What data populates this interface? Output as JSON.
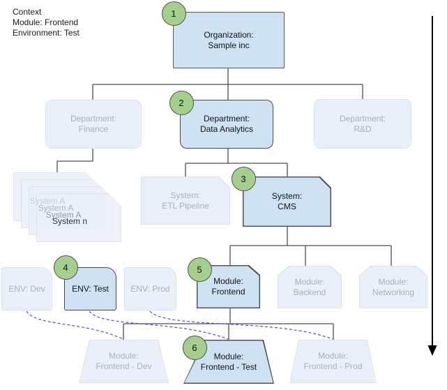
{
  "context": {
    "title": "Context",
    "module_line": "Module: Frontend",
    "environment_line": "Environment: Test"
  },
  "nodes": {
    "organization": {
      "step": "1",
      "line1": "Organization:",
      "line2": "Sample inc"
    },
    "dept_finance": {
      "line1": "Department:",
      "line2": "Finance"
    },
    "dept_data_analytics": {
      "step": "2",
      "line1": "Department:",
      "line2": "Data Analytics"
    },
    "dept_rnd": {
      "line1": "Department:",
      "line2": "R&D"
    },
    "system_stack": {
      "labels": [
        "System A",
        "System A",
        "System A",
        "System n"
      ]
    },
    "system_etl": {
      "line1": "System:",
      "line2": "ETL Pipeline"
    },
    "system_cms": {
      "step": "3",
      "line1": "System:",
      "line2": "CMS"
    },
    "env_dev": {
      "label": "ENV: Dev"
    },
    "env_test": {
      "step": "4",
      "label": "ENV: Test"
    },
    "env_prod": {
      "label": "ENV: Prod"
    },
    "module_frontend": {
      "step": "5",
      "line1": "Module:",
      "line2": "Frontend"
    },
    "module_backend": {
      "line1": "Module:",
      "line2": "Backend"
    },
    "module_networking": {
      "line1": "Module:",
      "line2": "Networking"
    },
    "module_frontend_dev": {
      "line1": "Module:",
      "line2": "Frontend - Dev"
    },
    "module_frontend_test": {
      "step": "6",
      "line1": "Module:",
      "line2": "Frontend - Test"
    },
    "module_frontend_prod": {
      "line1": "Module:",
      "line2": "Frontend - Prod"
    }
  },
  "colors": {
    "hl-fill": "#cfe2f3",
    "hl-border": "#45494d",
    "faded-fill": "#eaf0f9",
    "faded-border": "#d9e2ee",
    "faded-text": "#a9b0b8",
    "step-fill": "#a5cf8e",
    "step-border": "#4b543f",
    "dash": "#4953cc",
    "line": "#4d4d4d"
  },
  "stack_label_colors": [
    "#c6ccd6",
    "#aeb6c0",
    "#8f98a3",
    "#2f3337"
  ]
}
